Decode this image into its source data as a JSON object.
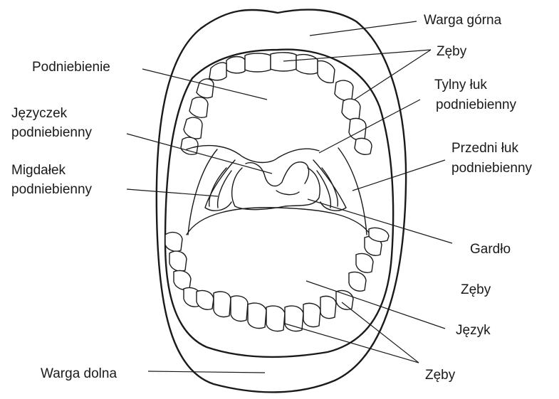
{
  "labels": {
    "warga_gorna": "Warga górna",
    "zeby_top": "Zęby",
    "podniebienie": "Podniebienie",
    "tylny_luk_1": "Tylny łuk",
    "tylny_luk_2": "podniebienny",
    "jezyczek_1": "Języczek",
    "jezyczek_2": "podniebienny",
    "przedni_luk_1": "Przedni łuk",
    "przedni_luk_2": "podniebienny",
    "migdalek_1": "Migdałek",
    "migdalek_2": "podniebienny",
    "gardlo": "Gardło",
    "zeby_right": "Zęby",
    "jezyk": "Język",
    "warga_dolna": "Warga dolna",
    "zeby_bottom": "Zęby"
  }
}
